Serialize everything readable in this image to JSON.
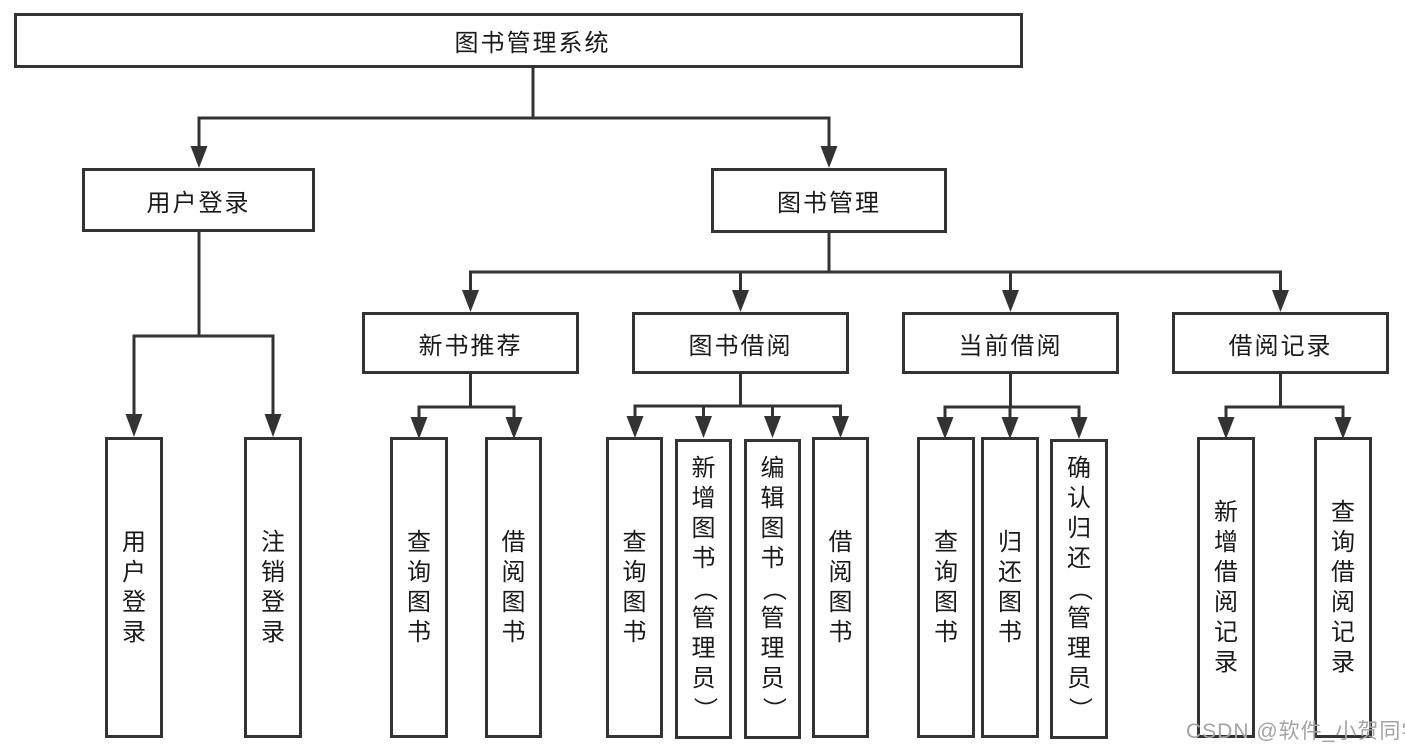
{
  "colors": {
    "line": "#333333",
    "box_border": "#333333",
    "text": "#1a1a1a",
    "watermark": "#a3a3a3",
    "background": "#ffffff"
  },
  "watermark": {
    "text": "CSDN @软件_小贺同学"
  },
  "tree": {
    "root": {
      "label": "图书管理系统"
    },
    "level1": [
      {
        "label": "用户登录",
        "children": [
          {
            "label": "用户登录"
          },
          {
            "label": "注销登录"
          }
        ]
      },
      {
        "label": "图书管理",
        "children": [
          {
            "label": "新书推荐",
            "children": [
              {
                "label": "查询图书"
              },
              {
                "label": "借阅图书"
              }
            ]
          },
          {
            "label": "图书借阅",
            "children": [
              {
                "label": "查询图书"
              },
              {
                "label": "新增图书（管理员）"
              },
              {
                "label": "编辑图书（管理员）"
              },
              {
                "label": "借阅图书"
              }
            ]
          },
          {
            "label": "当前借阅",
            "children": [
              {
                "label": "查询图书"
              },
              {
                "label": "归还图书"
              },
              {
                "label": "确认归还（管理员）"
              }
            ]
          },
          {
            "label": "借阅记录",
            "children": [
              {
                "label": "新增借阅记录"
              },
              {
                "label": "查询借阅记录"
              }
            ]
          }
        ]
      }
    ]
  }
}
